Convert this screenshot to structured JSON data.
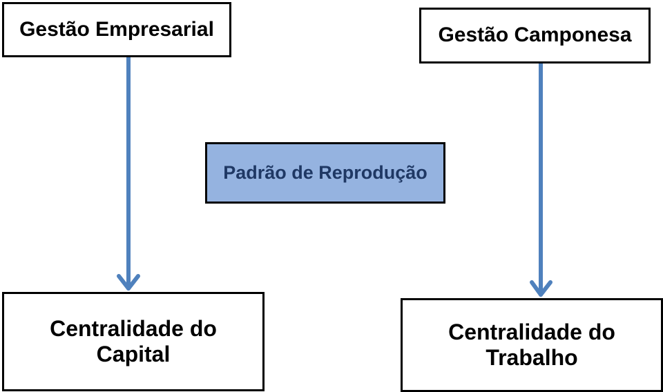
{
  "nodes": {
    "gestao_empresarial": "Gestão Empresarial",
    "gestao_camponesa": "Gestão Camponesa",
    "padrao_reproducao": "Padrão de Reprodução",
    "centralidade_capital": {
      "line1": "Centralidade do",
      "line2": "Capital"
    },
    "centralidade_trabalho": {
      "line1": "Centralidade do",
      "line2": "Trabalho"
    }
  },
  "edges": [
    {
      "from": "Gestão Empresarial",
      "to": "Centralidade do Capital"
    },
    {
      "from": "Gestão Camponesa",
      "to": "Centralidade do Trabalho"
    }
  ],
  "colors": {
    "arrow": "#4f81bd",
    "highlight_fill": "#95b3e0",
    "highlight_text": "#1f3864",
    "border": "#000000"
  }
}
